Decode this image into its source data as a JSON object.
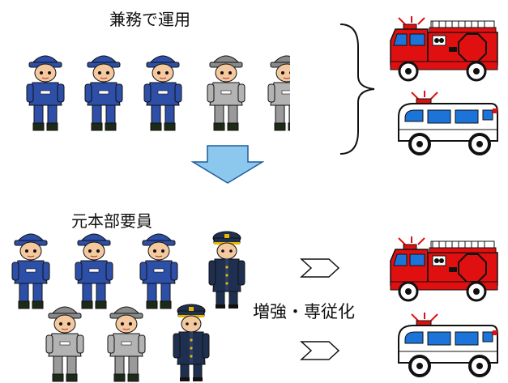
{
  "captions": {
    "concurrent_operation": "兼務で運用",
    "former_headquarters_staff": "元本部要員",
    "strengthen_dedicate": "増強・専従化"
  },
  "colors": {
    "blue_uniform": "#2d4fa8",
    "gray_uniform": "#9a9a9a",
    "officer_navy": "#1f2f4f",
    "fire_engine_red": "#e01010",
    "ambulance_blue": "#1c74d8",
    "arrow_fill": "#8cc8ee"
  },
  "top_group": {
    "people": [
      "firefighter-blue",
      "firefighter-blue",
      "firefighter-blue",
      "firefighter-gray",
      "firefighter-gray"
    ],
    "vehicles": [
      "fire-engine",
      "ambulance"
    ]
  },
  "bottom_group": {
    "people_row1": [
      "firefighter-blue",
      "firefighter-blue",
      "firefighter-blue",
      "officer"
    ],
    "people_row2": [
      "firefighter-gray",
      "firefighter-gray",
      "officer"
    ],
    "vehicles": [
      "fire-engine",
      "ambulance"
    ]
  }
}
